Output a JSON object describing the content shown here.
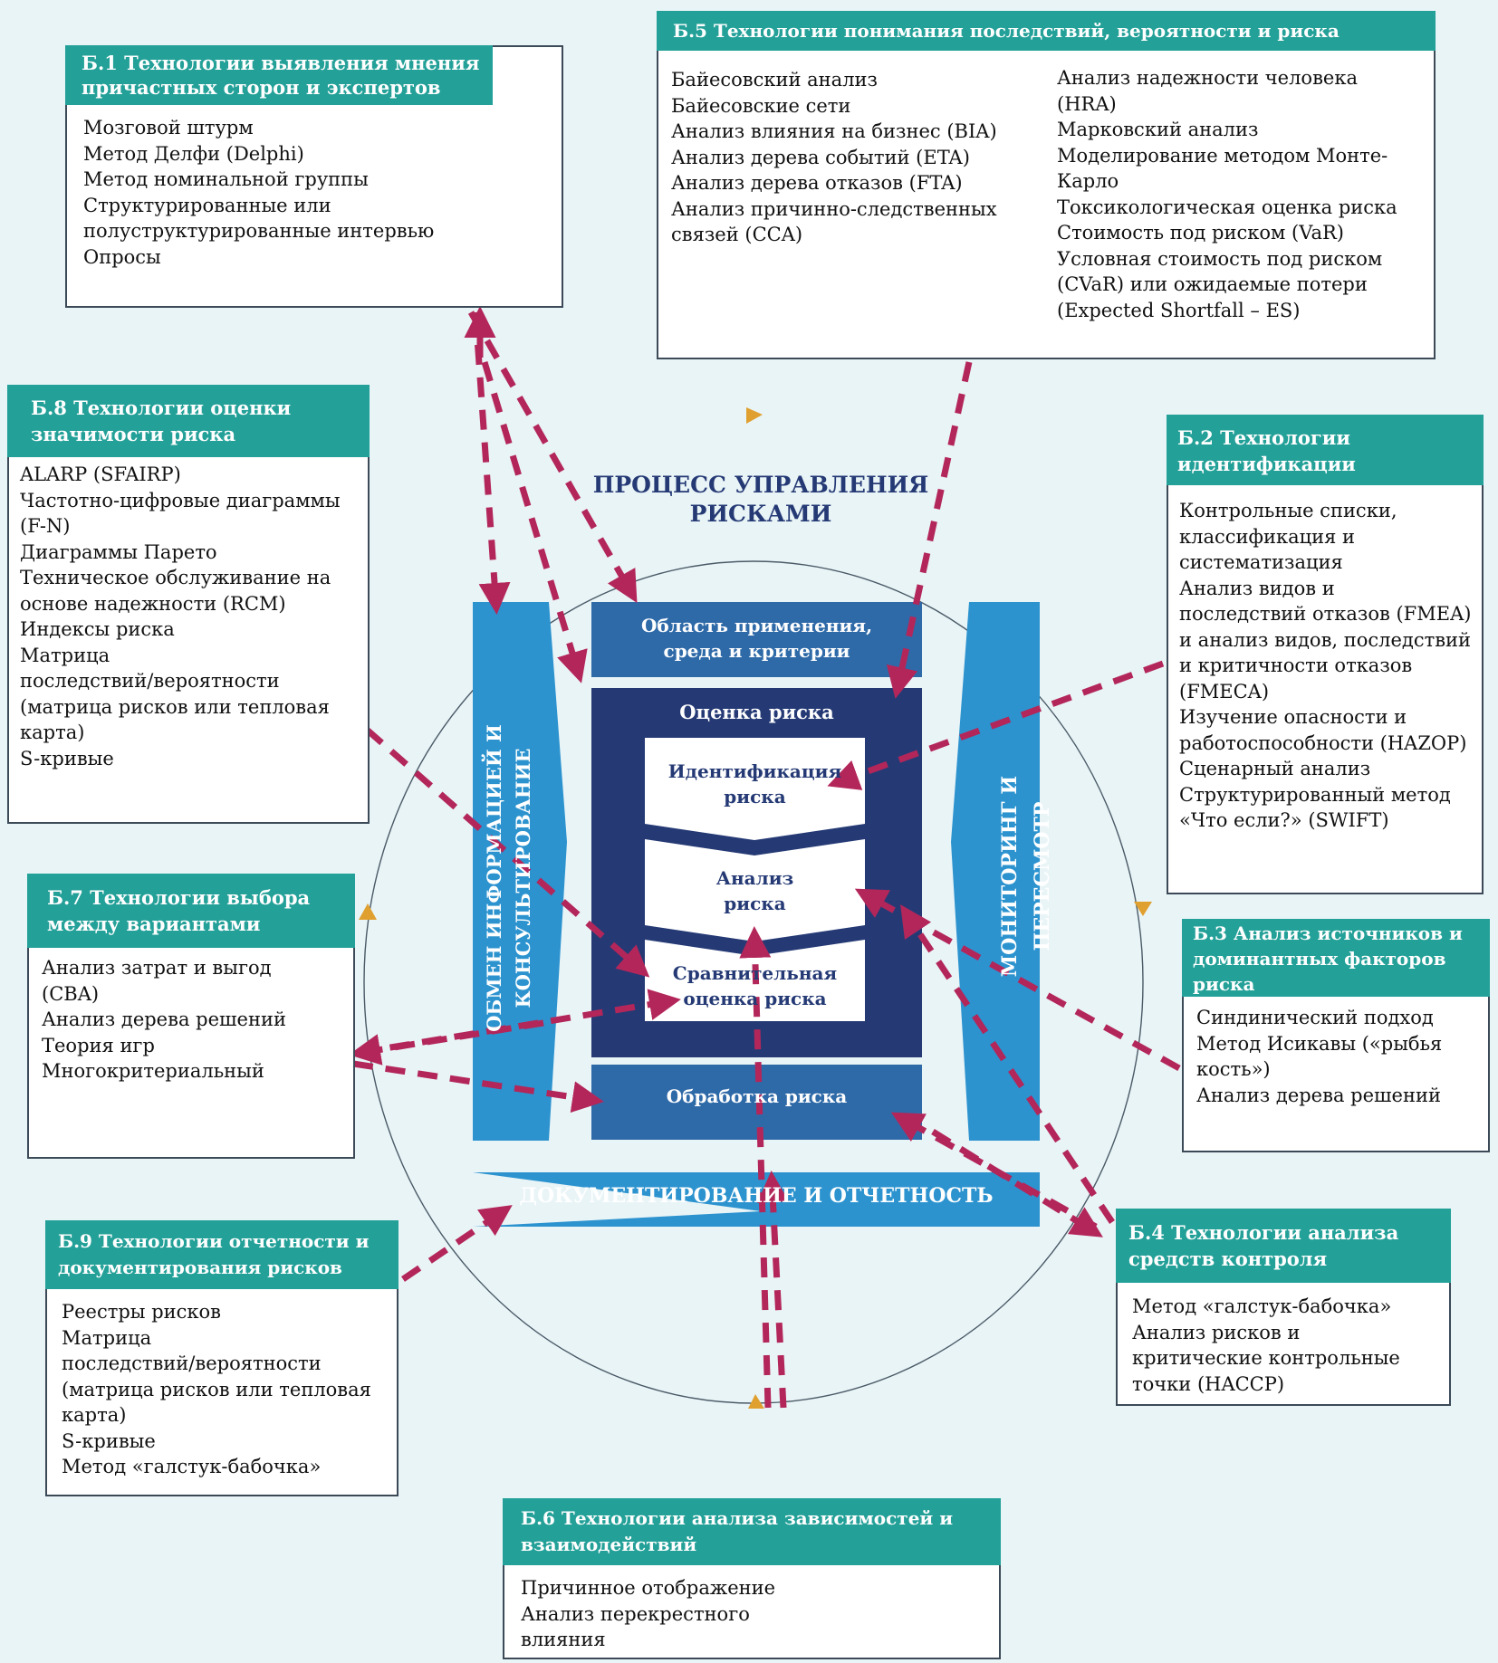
{
  "colors": {
    "teal": "#23a098",
    "navy": "#253a75",
    "mid_blue": "#2f6aa8",
    "light_blue": "#2c93cf",
    "arrow": "#b3265a",
    "accent_yellow": "#e0a030"
  },
  "center": {
    "title": "ПРОЦЕСС УПРАВЛЕНИЯ\nРИСКАМИ",
    "scope": "Область применения,\nсреда и критерии",
    "assessment": "Оценка риска",
    "identification": "Идентификация\nриска",
    "analysis": "Анализ\nриска",
    "evaluation": "Сравнительная\nоценка риска",
    "treatment": "Обработка риска",
    "communication": "ОБМЕН ИНФОРМАЦИЕЙ И\nКОНСУЛЬТИРОВАНИЕ",
    "monitoring": "МОНИТОРИНГ И ПЕРЕСМОТР",
    "recording": "ДОКУМЕНТИРОВАНИЕ И ОТЧЕТНОСТЬ"
  },
  "b1": {
    "title": "Б.1 Технологии выявления мнения\nпричастных сторон и экспертов",
    "items": [
      "Мозговой штурм",
      "Метод Делфи (Delphi)",
      "Метод номинальной группы",
      "Структурированные или",
      "полуструктурированные интервью",
      "Опросы"
    ]
  },
  "b5": {
    "title": "Б.5 Технологии понимания последствий, вероятности и риска",
    "items_left": [
      "Байесовский анализ",
      "Байесовские сети",
      "Анализ влияния на бизнес (BIA)",
      "Анализ дерева событий (ETA)",
      "Анализ дерева отказов (FTA)",
      "Анализ причинно-следственных",
      "связей (CCA)"
    ],
    "items_right": [
      "Анализ надежности человека",
      "(HRA)",
      "Марковский анализ",
      "Моделирование методом Монте-",
      "Карло",
      "Токсикологическая оценка риска",
      "Стоимость под риском (VaR)",
      "Условная стоимость под риском",
      "(CVaR) или ожидаемые потери",
      "(Expected Shortfall – ES)"
    ]
  },
  "b8": {
    "title": "Б.8 Технологии оценки\nзначимости риска",
    "items": [
      "ALARP (SFAIRP)",
      "Частотно-цифровые диаграммы",
      "(F-N)",
      "Диаграммы Парето",
      "Техническое обслуживание на",
      "основе надежности (RCM)",
      "Индексы риска",
      "Матрица",
      "последствий/вероятности",
      "(матрица рисков или тепловая",
      "карта)",
      "S-кривые"
    ]
  },
  "b2": {
    "title": "Б.2 Технологии\nидентификации",
    "items": [
      "Контрольные списки,",
      "классификация и",
      "систематизация",
      "Анализ видов и",
      "последствий отказов (FMEA)",
      "и анализ видов, последствий",
      "и критичности отказов",
      "(FMECA)",
      "Изучение опасности и",
      "работоспособности (HAZOP)",
      "Сценарный анализ",
      "Структурированный метод",
      "«Что если?» (SWIFT)"
    ]
  },
  "b7": {
    "title": "Б.7 Технологии выбора\nмежду вариантами",
    "items": [
      "Анализ затрат и выгод",
      "(CBA)",
      "Анализ дерева решений",
      "Теория игр",
      "Многокритериальный"
    ]
  },
  "b3": {
    "title": "Б.3 Анализ источников и\nдоминантных факторов\nриска",
    "items": [
      "Синдинический подход",
      "Метод Исикавы («рыбья",
      "кость»)",
      "Анализ дерева решений"
    ]
  },
  "b9": {
    "title": "Б.9 Технологии отчетности и\nдокументирования рисков",
    "items": [
      "Реестры рисков",
      "Матрица",
      "последствий/вероятности",
      "(матрица рисков или тепловая",
      "карта)",
      "S-кривые",
      "Метод «галстук-бабочка»"
    ]
  },
  "b4": {
    "title": "Б.4 Технологии анализа\nсредств контроля",
    "items": [
      "Метод «галстук-бабочка»",
      "Анализ рисков и",
      "критические контрольные",
      "точки (HACCP)"
    ]
  },
  "b6": {
    "title": "Б.6 Технологии анализа зависимостей и\nвзаимодействий",
    "items": [
      "Причинное отображение",
      "Анализ перекрестного",
      "влияния"
    ]
  }
}
